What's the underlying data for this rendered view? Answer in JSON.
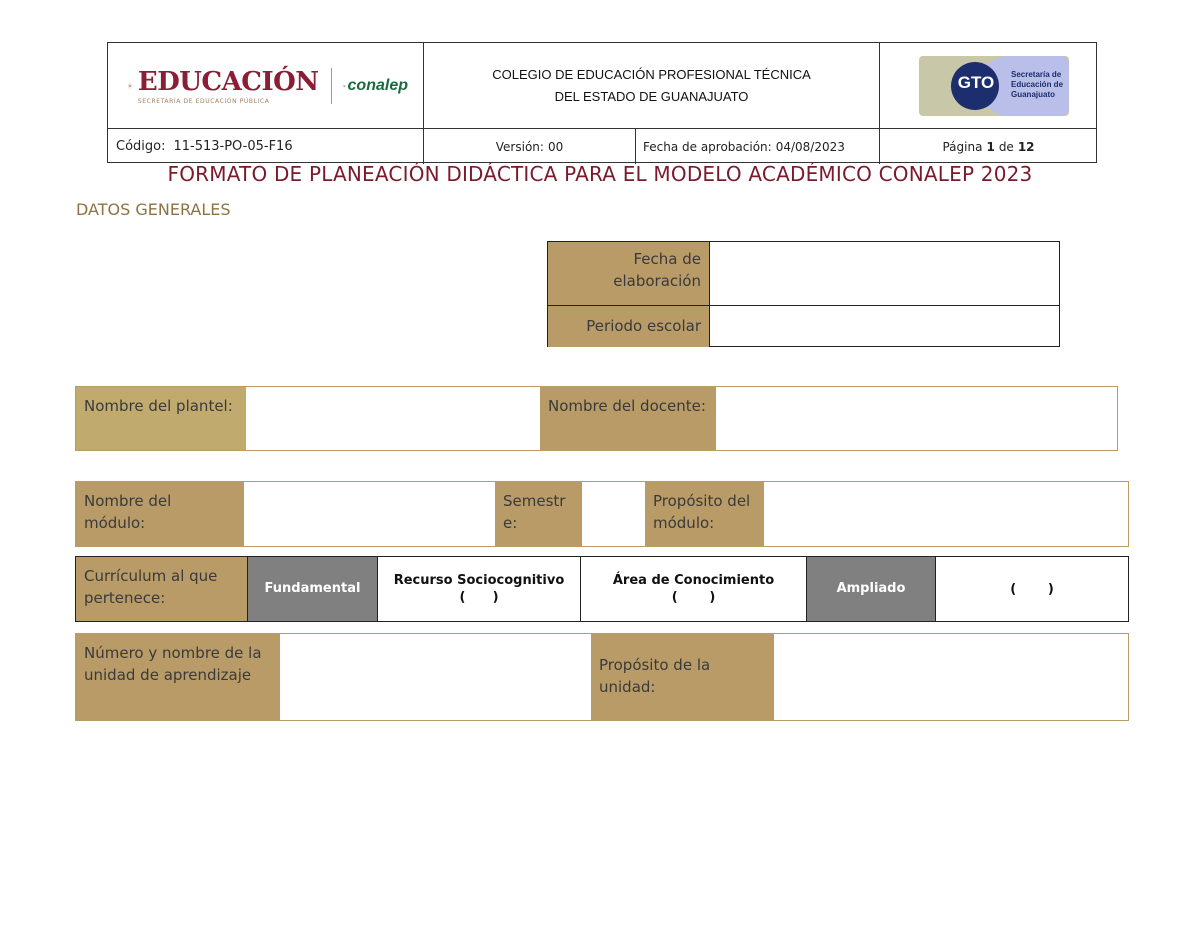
{
  "header": {
    "logo_sep_text": "EDUCACIÓN",
    "logo_sep_subtext": "SECRETARÍA DE EDUCACIÓN PÚBLICA",
    "logo_conalep_text": "conalep",
    "college_line1": "COLEGIO DE EDUCACIÓN PROFESIONAL TÉCNICA",
    "college_line2": "DEL ESTADO DE GUANAJUATO",
    "logo_gto_text": "GTO",
    "logo_gto_sub": "Secretaría de Educación de Guanajuato",
    "codigo_label": "Código:",
    "codigo_value": "11-513-PO-05-F16",
    "version_label": "Versión:",
    "version_value": "00",
    "fecha_aprob_label": "Fecha de aprobación:",
    "fecha_aprob_value": "04/08/2023",
    "pagina_label": "Página",
    "pagina_current": "1",
    "pagina_de": "de",
    "pagina_total": "12"
  },
  "title": "FORMATO DE PLANEACIÓN DIDÁCTICA PARA EL MODELO ACADÉMICO CONALEP 2023",
  "section": "DATOS GENERALES",
  "dates_table": {
    "fecha_elaboracion": "Fecha de elaboración",
    "periodo_escolar": "Periodo escolar"
  },
  "row_plantel": {
    "nombre_plantel": "Nombre del plantel:",
    "nombre_docente": "Nombre del docente:"
  },
  "row_modulo": {
    "nombre_modulo": "Nombre del módulo:",
    "semestre": "Semestre:",
    "proposito_modulo": "Propósito del módulo:"
  },
  "row_curriculum": {
    "curriculum": "Currículum al que pertenece:",
    "fundamental": "Fundamental",
    "recurso_socio": "Recurso Sociocognitivo",
    "recurso_socio_paren": "(      )",
    "area_conocimiento": "Área de Conocimiento",
    "area_paren": "(       )",
    "ampliado": "Ampliado",
    "ampliado_paren": "(       )"
  },
  "row_unidad": {
    "numero_nombre": "Número y nombre de la unidad de aprendizaje",
    "proposito_unidad": "Propósito de la unidad:"
  },
  "colors": {
    "title": "#7a1a2c",
    "section": "#8c7346",
    "gold": "#b89b67",
    "grey": "#808080"
  }
}
